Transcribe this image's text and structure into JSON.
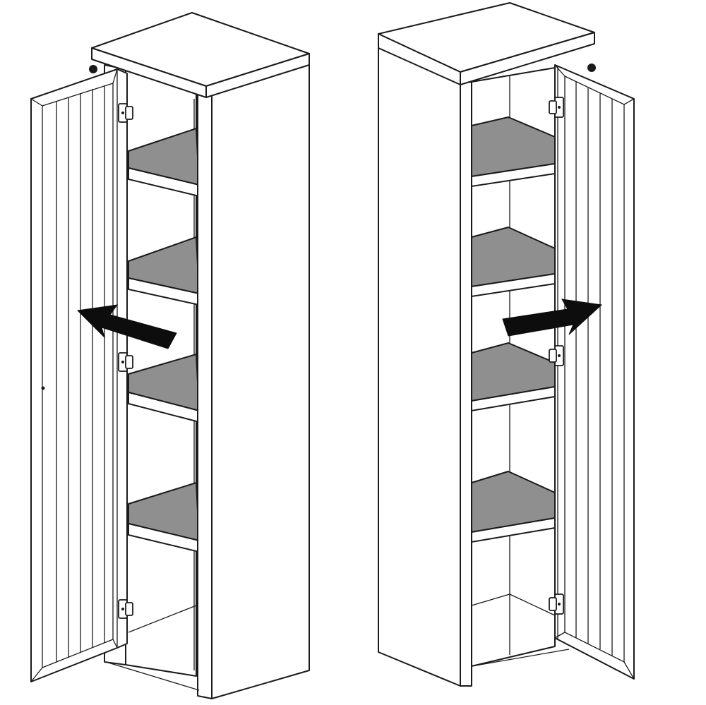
{
  "figure": {
    "colors": {
      "line": "#1a1a1a",
      "shelf_fill": "#8f8f8f",
      "arrow_fill": "#0d0d0d",
      "background": "#ffffff"
    },
    "cabinets": [
      {
        "door_hinged_side": "left",
        "arrow_direction": "left",
        "shelf_count": 4,
        "hinge_count": 3
      },
      {
        "door_hinged_side": "right",
        "arrow_direction": "right",
        "shelf_count": 4,
        "hinge_count": 3
      }
    ]
  }
}
